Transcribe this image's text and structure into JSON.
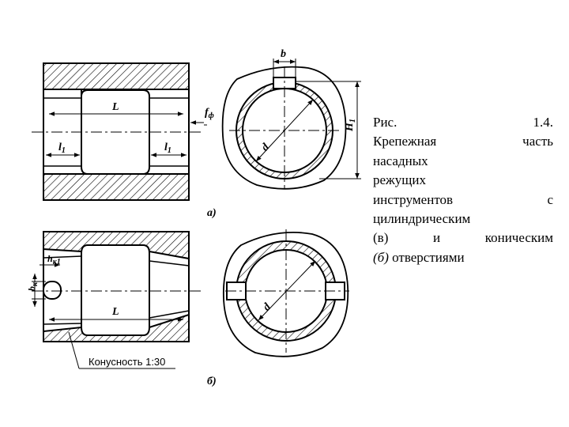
{
  "figure": {
    "labels": {
      "L": "L",
      "l1": "l",
      "l1_sub": "1",
      "f": "f",
      "f_sub": "ф",
      "b": "b",
      "d": "d",
      "H": "H",
      "H_sub": "1",
      "h": "h",
      "h_sub": "к1",
      "bk": "b",
      "bk_sub": "к",
      "view_a": "а)",
      "view_b": "б)",
      "taper_note": "Конусность 1:30"
    }
  },
  "caption": {
    "line1_left": "Рис.",
    "line1_right": "1.4.",
    "line2_left": "Крепежная",
    "line2_right": "часть",
    "line3": "насадных",
    "line4": "режущих",
    "line5_left": "инструментов",
    "line5_right": "с",
    "line6": "цилиндрическим",
    "line7_a": "(в)",
    "line7_b": "и",
    "line7_c": "коническим",
    "line8_italic": "(б)",
    "line8_rest": " отверстиями"
  }
}
